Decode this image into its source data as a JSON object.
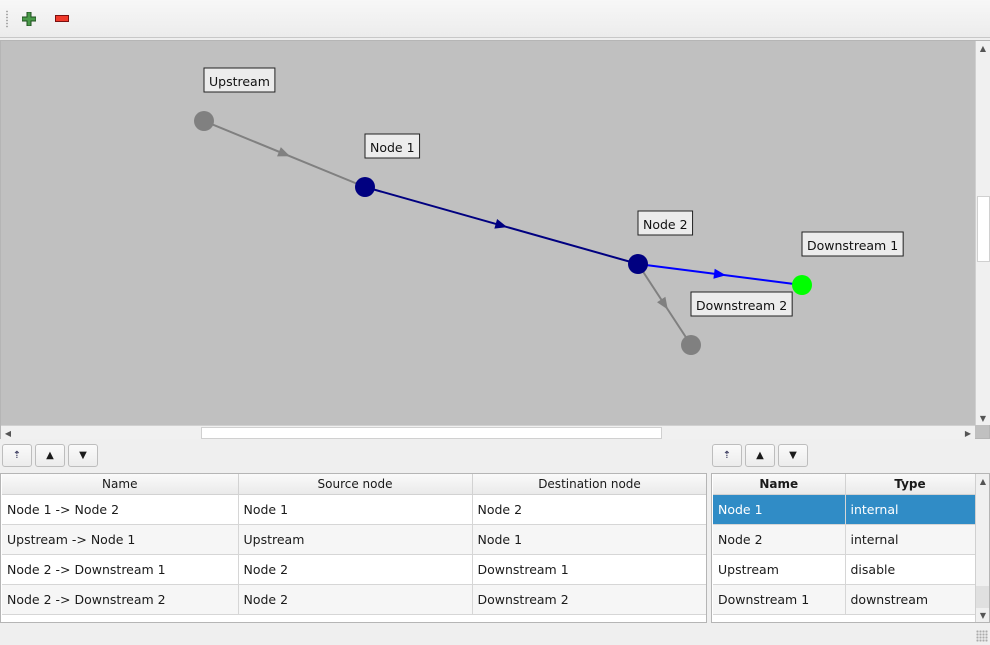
{
  "toolbar": {
    "add_icon": "green-plus-icon",
    "remove_icon": "red-minus-icon"
  },
  "graph": {
    "nodes": [
      {
        "name": "Upstream",
        "color": "#808080"
      },
      {
        "name": "Node 1",
        "color": "#000080"
      },
      {
        "name": "Node 2",
        "color": "#000080"
      },
      {
        "name": "Downstream 1",
        "color": "#00ff00"
      },
      {
        "name": "Downstream 2",
        "color": "#808080"
      }
    ],
    "edges": [
      {
        "from": "Upstream",
        "to": "Node 1",
        "color": "#808080"
      },
      {
        "from": "Node 1",
        "to": "Node 2",
        "color": "#000080"
      },
      {
        "from": "Node 2",
        "to": "Downstream 1",
        "color": "#0000ff"
      },
      {
        "from": "Node 2",
        "to": "Downstream 2",
        "color": "#808080"
      }
    ]
  },
  "edges_table": {
    "columns": [
      "Name",
      "Source node",
      "Destination node"
    ],
    "rows": [
      [
        "Node 1 -> Node 2",
        "Node 1",
        "Node 2"
      ],
      [
        "Upstream -> Node 1",
        "Upstream",
        "Node 1"
      ],
      [
        "Node 2 -> Downstream 1",
        "Node 2",
        "Downstream 1"
      ],
      [
        "Node 2 -> Downstream 2",
        "Node 2",
        "Downstream 2"
      ]
    ]
  },
  "nodes_table": {
    "columns": [
      "Name",
      "Type"
    ],
    "rows": [
      [
        "Node 1",
        "internal"
      ],
      [
        "Node 2",
        "internal"
      ],
      [
        "Upstream",
        "disable"
      ],
      [
        "Downstream 1",
        "downstream"
      ]
    ],
    "selected_row": 0
  },
  "selection_color": "#308cc6"
}
